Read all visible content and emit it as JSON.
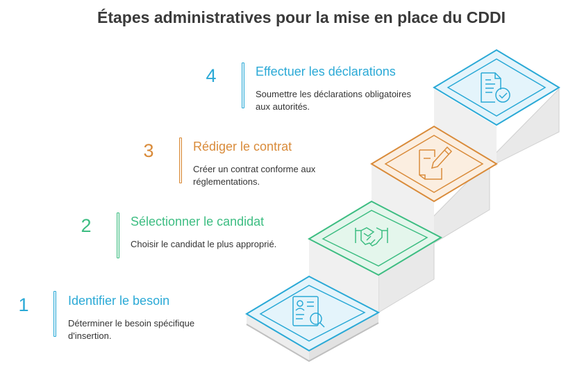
{
  "title": "Étapes administratives pour la mise en place du CDDI",
  "steps": [
    {
      "number": "1",
      "title": "Identifier le besoin",
      "description": "Déterminer le besoin spécifique d'insertion.",
      "color": "#2aa9d6",
      "fill": "#e4f4fb",
      "icon": "profile-search-icon"
    },
    {
      "number": "2",
      "title": "Sélectionner le candidat",
      "description": "Choisir le candidat le plus approprié.",
      "color": "#3dbd82",
      "fill": "#e4f6ec",
      "icon": "handshake-icon"
    },
    {
      "number": "3",
      "title": "Rédiger le contrat",
      "description": "Créer un contrat conforme aux réglementations.",
      "color": "#d98b3a",
      "fill": "#fbeee0",
      "icon": "contract-pen-icon"
    },
    {
      "number": "4",
      "title": "Effectuer les déclarations",
      "description": "Soumettre les déclarations obligatoires aux autorités.",
      "color": "#2aa9d6",
      "fill": "#e4f4fb",
      "icon": "document-check-icon"
    }
  ]
}
